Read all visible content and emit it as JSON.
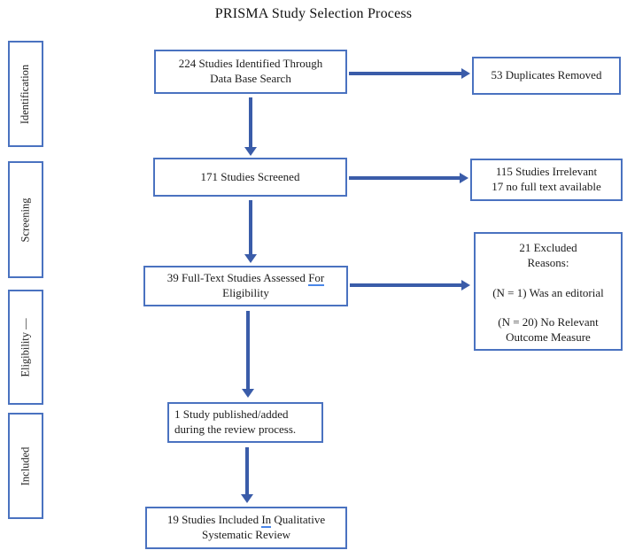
{
  "title": "PRISMA Study Selection Process",
  "stages": [
    {
      "label": "Identification"
    },
    {
      "label": "Screening"
    },
    {
      "label": "Eligibility —"
    },
    {
      "label": "Included"
    }
  ],
  "boxes": {
    "identified": {
      "lines": [
        "224 Studies Identified Through",
        "Data Base Search"
      ]
    },
    "duplicates": {
      "lines": [
        "53 Duplicates Removed"
      ]
    },
    "screened": {
      "lines": [
        "171 Studies Screened"
      ]
    },
    "irrelevant": {
      "lines": [
        "115 Studies Irrelevant",
        "17 no full text available"
      ]
    },
    "fulltext": {
      "prefix": "39 Full-Text Studies Assessed ",
      "underlined_word": "For",
      "line2": "Eligibility"
    },
    "excluded": {
      "lines": [
        "21 Excluded",
        "Reasons:",
        "",
        "(N = 1) Was an editorial",
        "",
        "(N = 20) No Relevant",
        "Outcome Measure"
      ]
    },
    "added": {
      "lines": [
        "1 Study published/added",
        "during the review process."
      ]
    },
    "included": {
      "prefix": "19 Studies Included ",
      "underlined_word": "In",
      "suffix": " Qualitative",
      "line2": "Systematic Review"
    }
  },
  "colors": {
    "box_border": "#4a72c0",
    "arrow": "#3a5ca9",
    "grammar_underline": "#4a86e8",
    "text": "#1c1c1c"
  }
}
